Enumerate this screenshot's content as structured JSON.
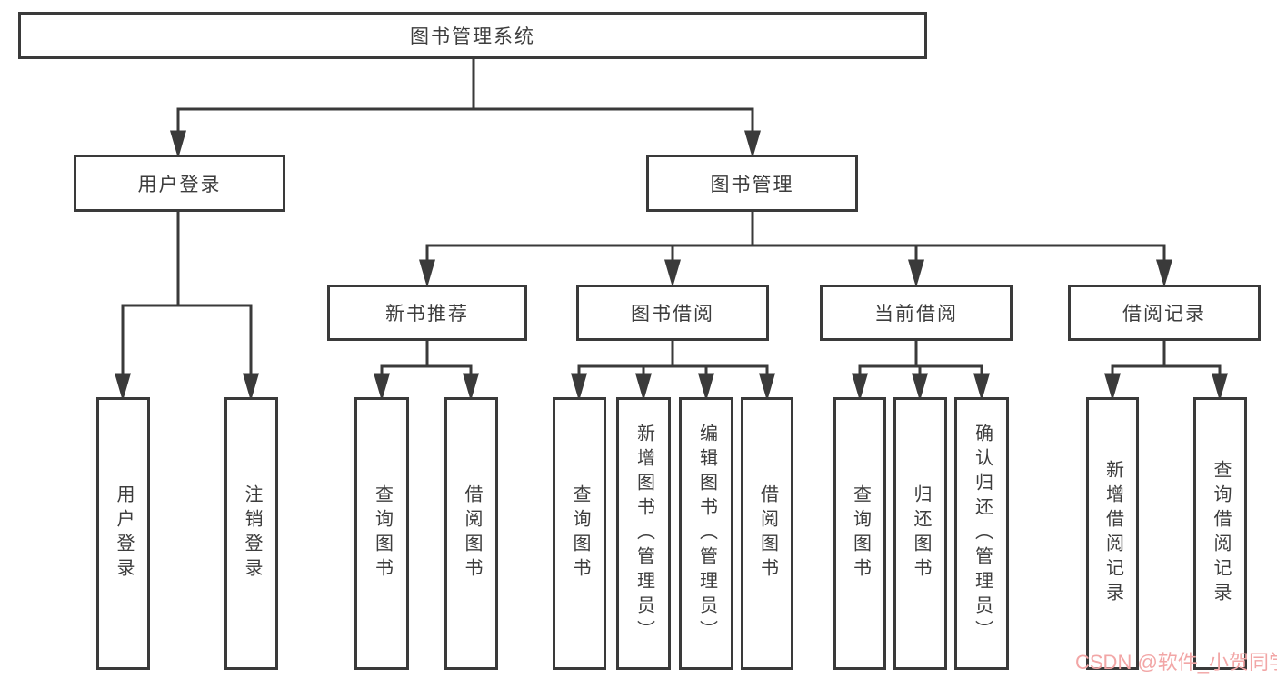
{
  "tree": {
    "label": "图书管理系统",
    "children": [
      {
        "label": "用户登录",
        "children": [
          {
            "label": "用户登录"
          },
          {
            "label": "注销登录"
          }
        ]
      },
      {
        "label": "图书管理",
        "children": [
          {
            "label": "新书推荐",
            "children": [
              {
                "label": "查询图书"
              },
              {
                "label": "借阅图书"
              }
            ]
          },
          {
            "label": "图书借阅",
            "children": [
              {
                "label": "查询图书"
              },
              {
                "label": "新增图书（管理员）"
              },
              {
                "label": "编辑图书（管理员）"
              },
              {
                "label": "借阅图书"
              }
            ]
          },
          {
            "label": "当前借阅",
            "children": [
              {
                "label": "查询图书"
              },
              {
                "label": "归还图书"
              },
              {
                "label": "确认归还（管理员）"
              }
            ]
          },
          {
            "label": "借阅记录",
            "children": [
              {
                "label": "新增借阅记录"
              },
              {
                "label": "查询借阅记录"
              }
            ]
          }
        ]
      }
    ]
  },
  "watermark": {
    "text": "CSDN @软件_小贺同学",
    "color": "#f2a6a6"
  },
  "colors": {
    "line": "#3a3a3a",
    "text": "#3d3d3d",
    "background": "#ffffff"
  }
}
